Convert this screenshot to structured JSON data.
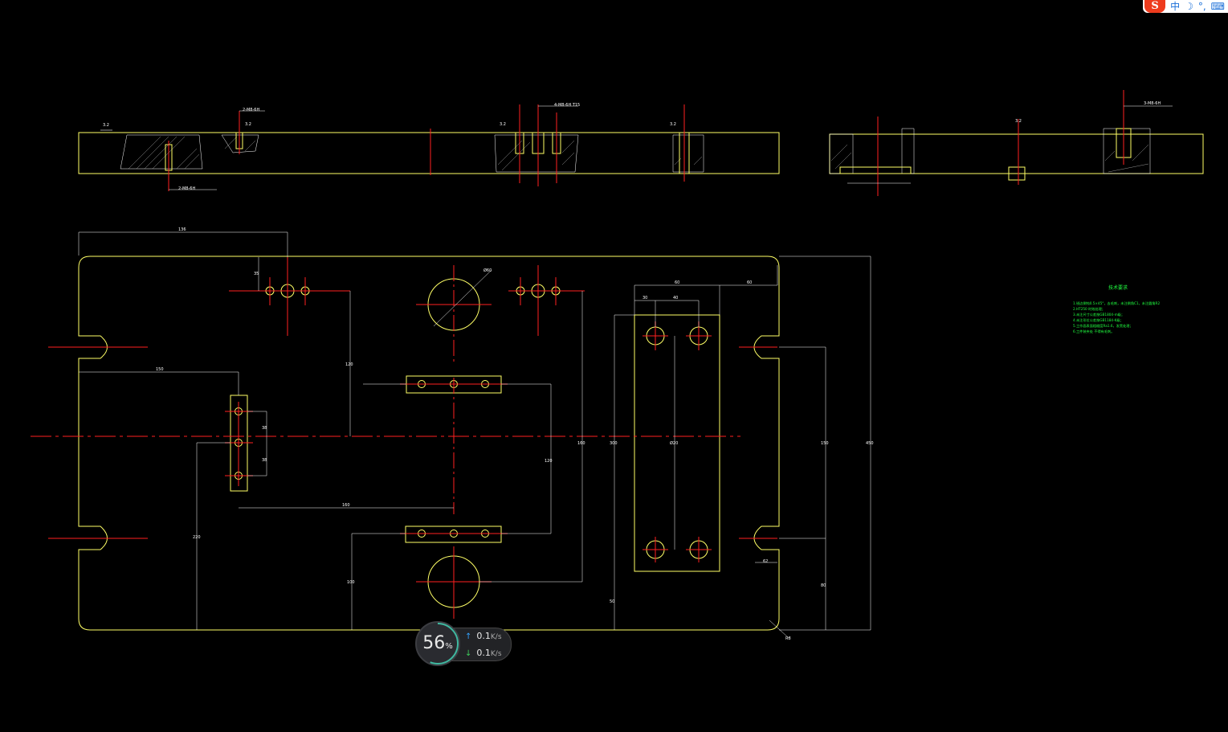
{
  "ime_toolbar": {
    "logo": "S",
    "mode_label": "中",
    "punct_label": "°,",
    "keyboard_label": "⌨"
  },
  "net_monitor": {
    "percent": "56",
    "percent_unit": "%",
    "upload_value": "0.1",
    "upload_unit": "K/s",
    "download_value": "0.1",
    "download_unit": "K/s"
  },
  "drawing": {
    "technical_notes_title": "技术要求",
    "technical_notes": [
      "1.锐边倒钝0.5×45°，去毛刺，未注倒角C1，未注圆角R2",
      "2.HT250 时效处理；",
      "3.未注尺寸公差按GB1804-m级；",
      "4.未注形位公差按GB1184-K级；",
      "5.工作面表面粗糙度Ra1.6，发黑处理；",
      "6.工件装夹处 不得有毛刺。"
    ],
    "dims": {
      "d_top_left_width": "136",
      "d_top_hole_offset": "35",
      "d_left_150": "150",
      "d_vertical_220": "220",
      "d_right_300": "300",
      "d_right_150": "150",
      "d_right_80": "80",
      "d_right_120": "120",
      "d_right_height": "450",
      "d_bottom_100": "100",
      "d_slot_38": "38",
      "d_slot_62": "62",
      "d_corner": "R8",
      "d_diameter": "Ø60",
      "d_section_thread_1": "2-M8-6H",
      "d_section_thread_2": "4-M8-6H  T15",
      "d_section_thread_3": "2-M8-6H",
      "d_section_thread_4": "3-M8-6H",
      "d_roughness": "3.2",
      "d_small_30": "30",
      "d_small_60": "60",
      "d_small_120": "120",
      "d_small_160": "160",
      "d_small_50": "50",
      "d_small_40": "40",
      "d_center_label": "Ø20"
    }
  }
}
